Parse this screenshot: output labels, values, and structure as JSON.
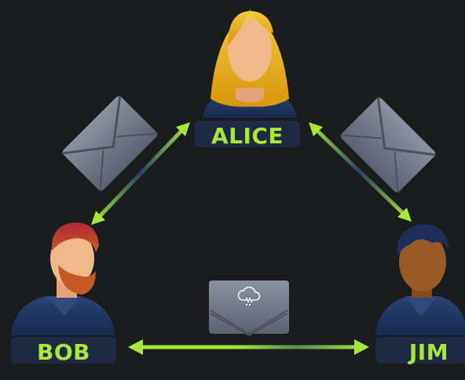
{
  "people": {
    "alice": {
      "name": "ALICE",
      "hair_color": "#e8b21a",
      "skin_color": "#f0b98a"
    },
    "bob": {
      "name": "BOB",
      "hair_color": "#a5222e",
      "beard_color": "#c2502a",
      "skin_color": "#f0b98a"
    },
    "jim": {
      "name": "JIM",
      "hair_color": "#1c2d5a",
      "skin_color": "#9a5a25"
    }
  },
  "icons": {
    "left_message": "envelope-icon",
    "right_message": "envelope-icon",
    "bottom_message": "encrypted-envelope-icon",
    "bottom_message_badge": "cloud-lock-icon"
  },
  "colors": {
    "background": "#1a1b1d",
    "arrow": "#a8e63a",
    "arrow_mid": "#2b3f66",
    "shirt": "#1f3563",
    "label_bg": "#1e2a44",
    "envelope": "#6e7685"
  }
}
